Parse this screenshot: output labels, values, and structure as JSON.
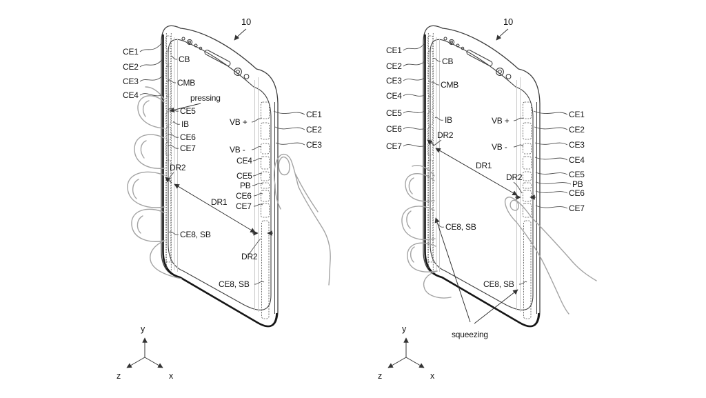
{
  "figure": {
    "reference_numeral": "10",
    "views": [
      {
        "name": "pressing-view",
        "gesture_label": "pressing"
      },
      {
        "name": "squeezing-view",
        "gesture_label": "squeezing"
      }
    ],
    "labels": {
      "ce1": "CE1",
      "ce2": "CE2",
      "ce3": "CE3",
      "ce4": "CE4",
      "ce5": "CE5",
      "ce6": "CE6",
      "ce7": "CE7",
      "ce8_sb": "CE8, SB",
      "cb": "CB",
      "cmb": "CMB",
      "ib": "IB",
      "pb": "PB",
      "vb_plus": "VB +",
      "vb_minus": "VB -",
      "dr1": "DR1",
      "dr2": "DR2"
    },
    "axes": {
      "x": "x",
      "y": "y",
      "z": "z"
    },
    "colors": {
      "line": "#3f3f3f",
      "hand": "#a3a3a3",
      "text": "#151515",
      "background": "#ffffff"
    }
  }
}
